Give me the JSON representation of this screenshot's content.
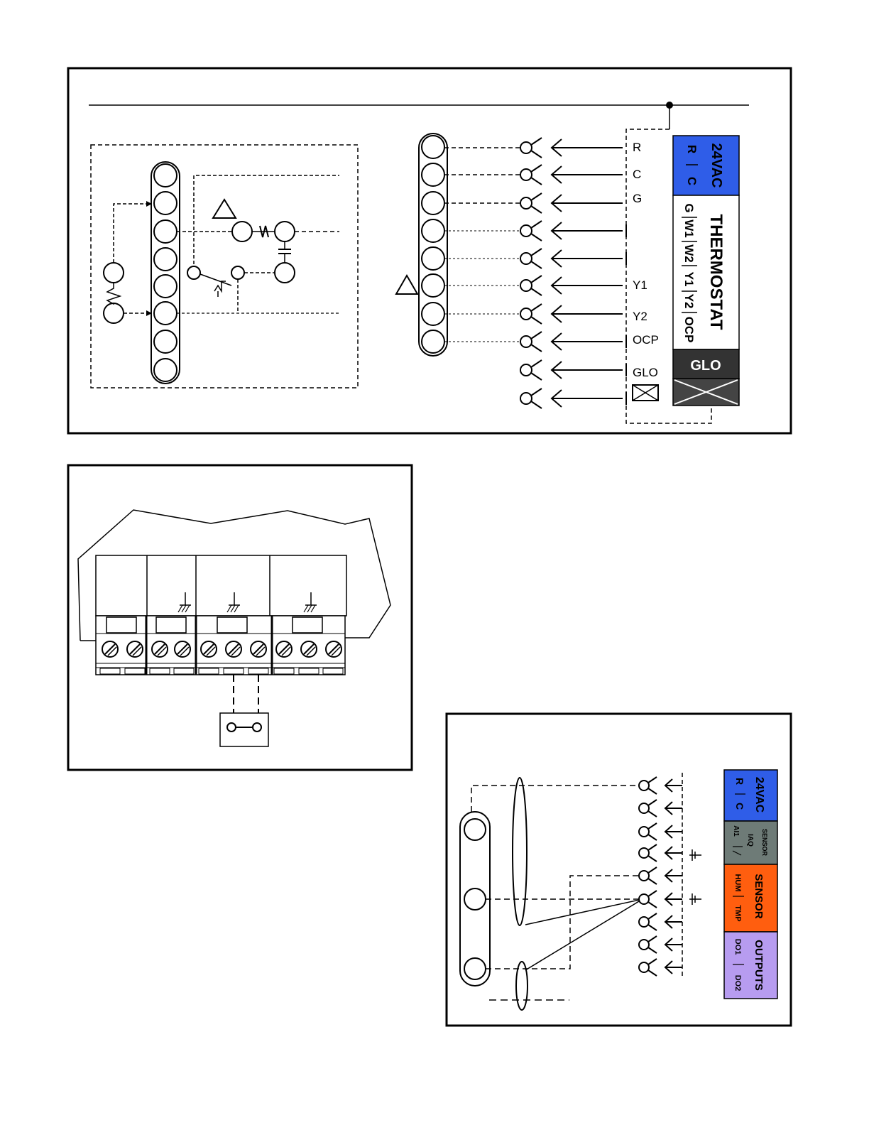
{
  "panel_top": {
    "terminal_labels": [
      "R",
      "C",
      "G",
      "Y1",
      "Y2",
      "OCP",
      "GLO"
    ],
    "thermostat": {
      "power_title": "24VAC",
      "power_terminals": [
        "R",
        "C"
      ],
      "terminals": [
        "G",
        "W1",
        "W2",
        "Y1",
        "Y2",
        "OCP"
      ],
      "title": "THERMOSTAT",
      "glo_label": "GLO"
    },
    "colors": {
      "power": "#2f5de8",
      "glo": "#333333",
      "x_block": "#444444"
    }
  },
  "panel_sensor": {
    "power_title": "24VAC",
    "power_terminals": [
      "R",
      "C"
    ],
    "iaq_title": "SENSOR",
    "iaq_sub": "IAQ",
    "iaq_terminal": "AI1",
    "sensor_title": "SENSOR",
    "sensor_terminals": [
      "HUM",
      "TMP"
    ],
    "outputs_title": "OUTPUTS",
    "output_terminals": [
      "DO1",
      "DO2"
    ],
    "colors": {
      "power": "#2f5de8",
      "iaq": "#6e7b77",
      "sensor": "#ff5e0f",
      "outputs": "#b79cf0"
    }
  }
}
